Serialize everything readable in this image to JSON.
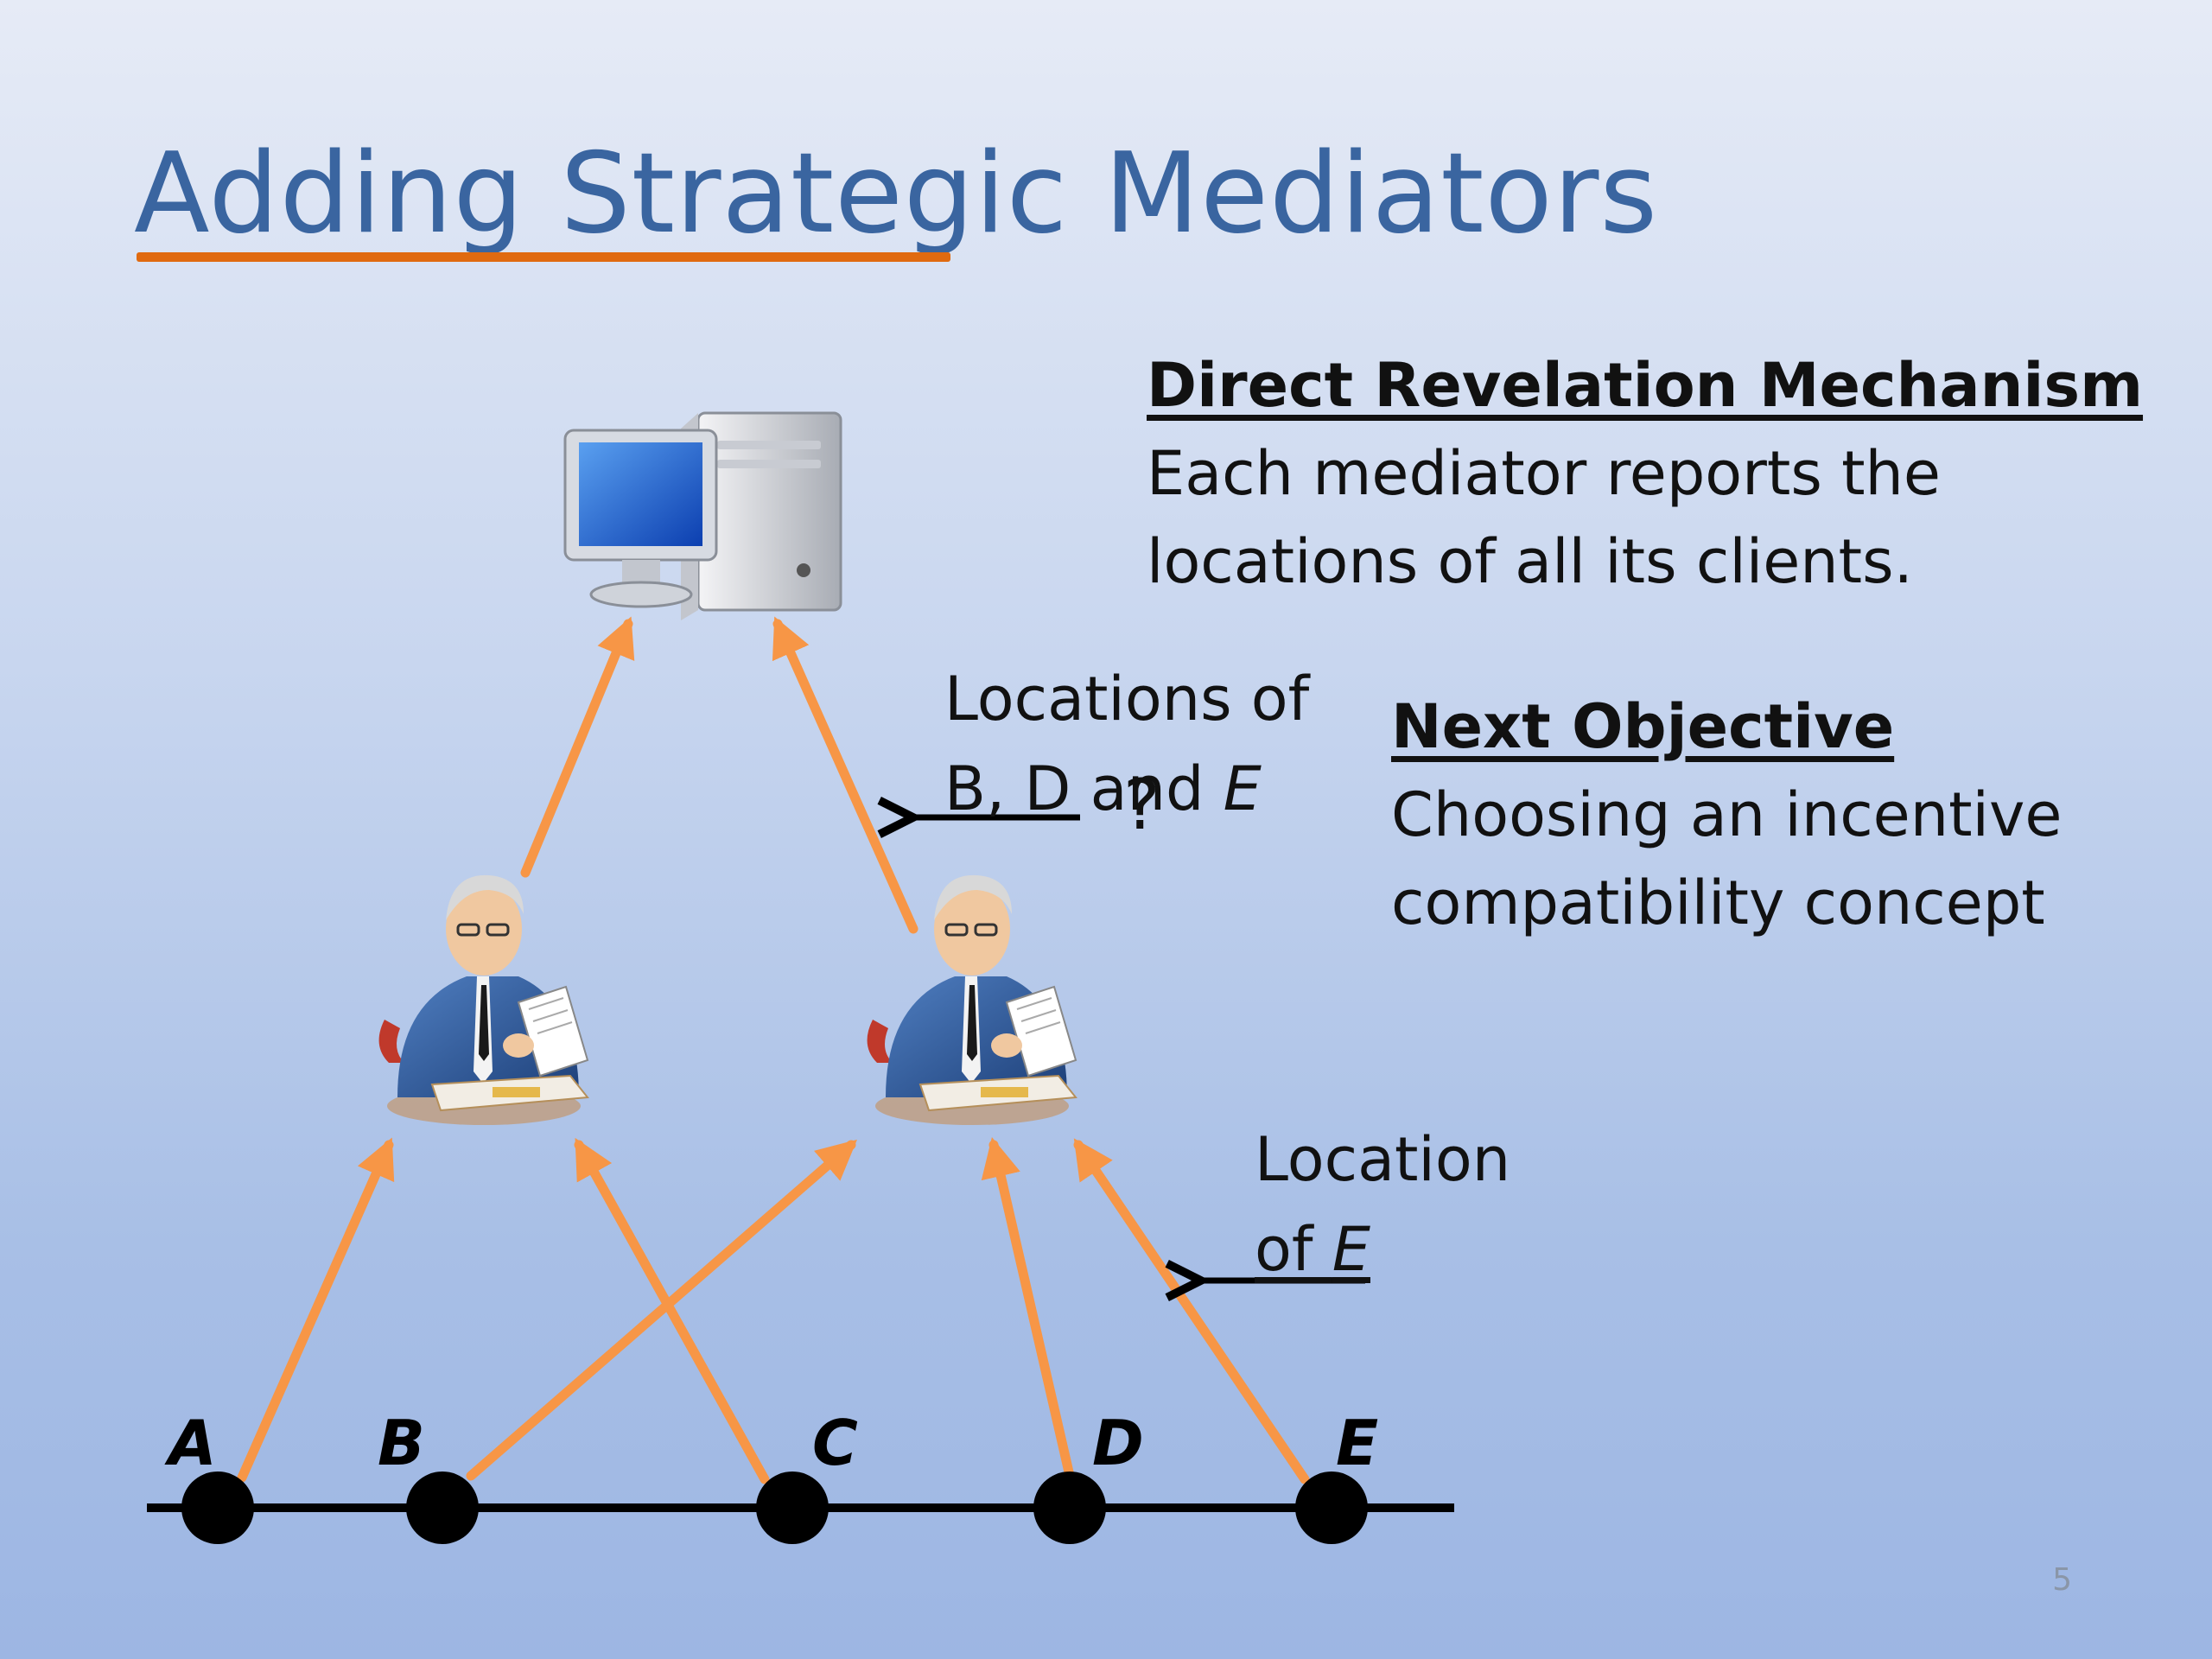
{
  "title": "Adding Strategic Mediators",
  "drm": {
    "heading": "Direct Revelation Mechanism",
    "line1": "Each mediator reports the",
    "line2": "locations of all its clients."
  },
  "next": {
    "heading": "Next Objective",
    "line1": "Choosing an incentive",
    "line2": "compatibility concept"
  },
  "label_locations": {
    "line1": "Locations of",
    "line2_prefix": "B, D and ",
    "line2_var": "E",
    "question": "?"
  },
  "label_location_e": {
    "line1": "Location",
    "line2_prefix": "of ",
    "line2_var": "E"
  },
  "points": [
    "A",
    "B",
    "C",
    "D",
    "E"
  ],
  "page_number": "5",
  "icons": [
    "computer-icon",
    "mediator-icon"
  ],
  "colors": {
    "arrow": "#f79646",
    "title": "#3a65a0",
    "underline": "#e06a10"
  }
}
